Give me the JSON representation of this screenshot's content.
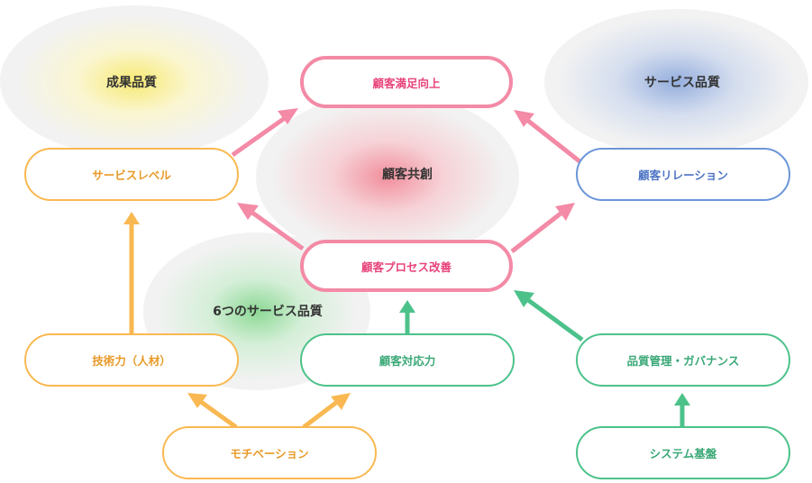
{
  "colors": {
    "orange": "#f9b851",
    "orange_text": "#e89a27",
    "pink": "#f38aa6",
    "pink_text": "#e8437a",
    "blue": "#6b96d8",
    "blue_text": "#4c73c4",
    "green": "#4cc28a",
    "green_text": "#3aa877"
  },
  "areas": {
    "outcome_quality": "成果品質",
    "service_quality": "サービス品質",
    "customer_cocreation": "顧客共創",
    "six_service_qualities": "6つのサービス品質"
  },
  "nodes": {
    "customer_satisfaction": "顧客満足向上",
    "service_level": "サービスレベル",
    "customer_relation": "顧客リレーション",
    "customer_process_improvement": "顧客プロセス改善",
    "technical_capability": "技術力（人材）",
    "customer_response": "顧客対応力",
    "quality_governance": "品質管理・ガバナンス",
    "motivation": "モチベーション",
    "system_foundation": "システム基盤"
  }
}
